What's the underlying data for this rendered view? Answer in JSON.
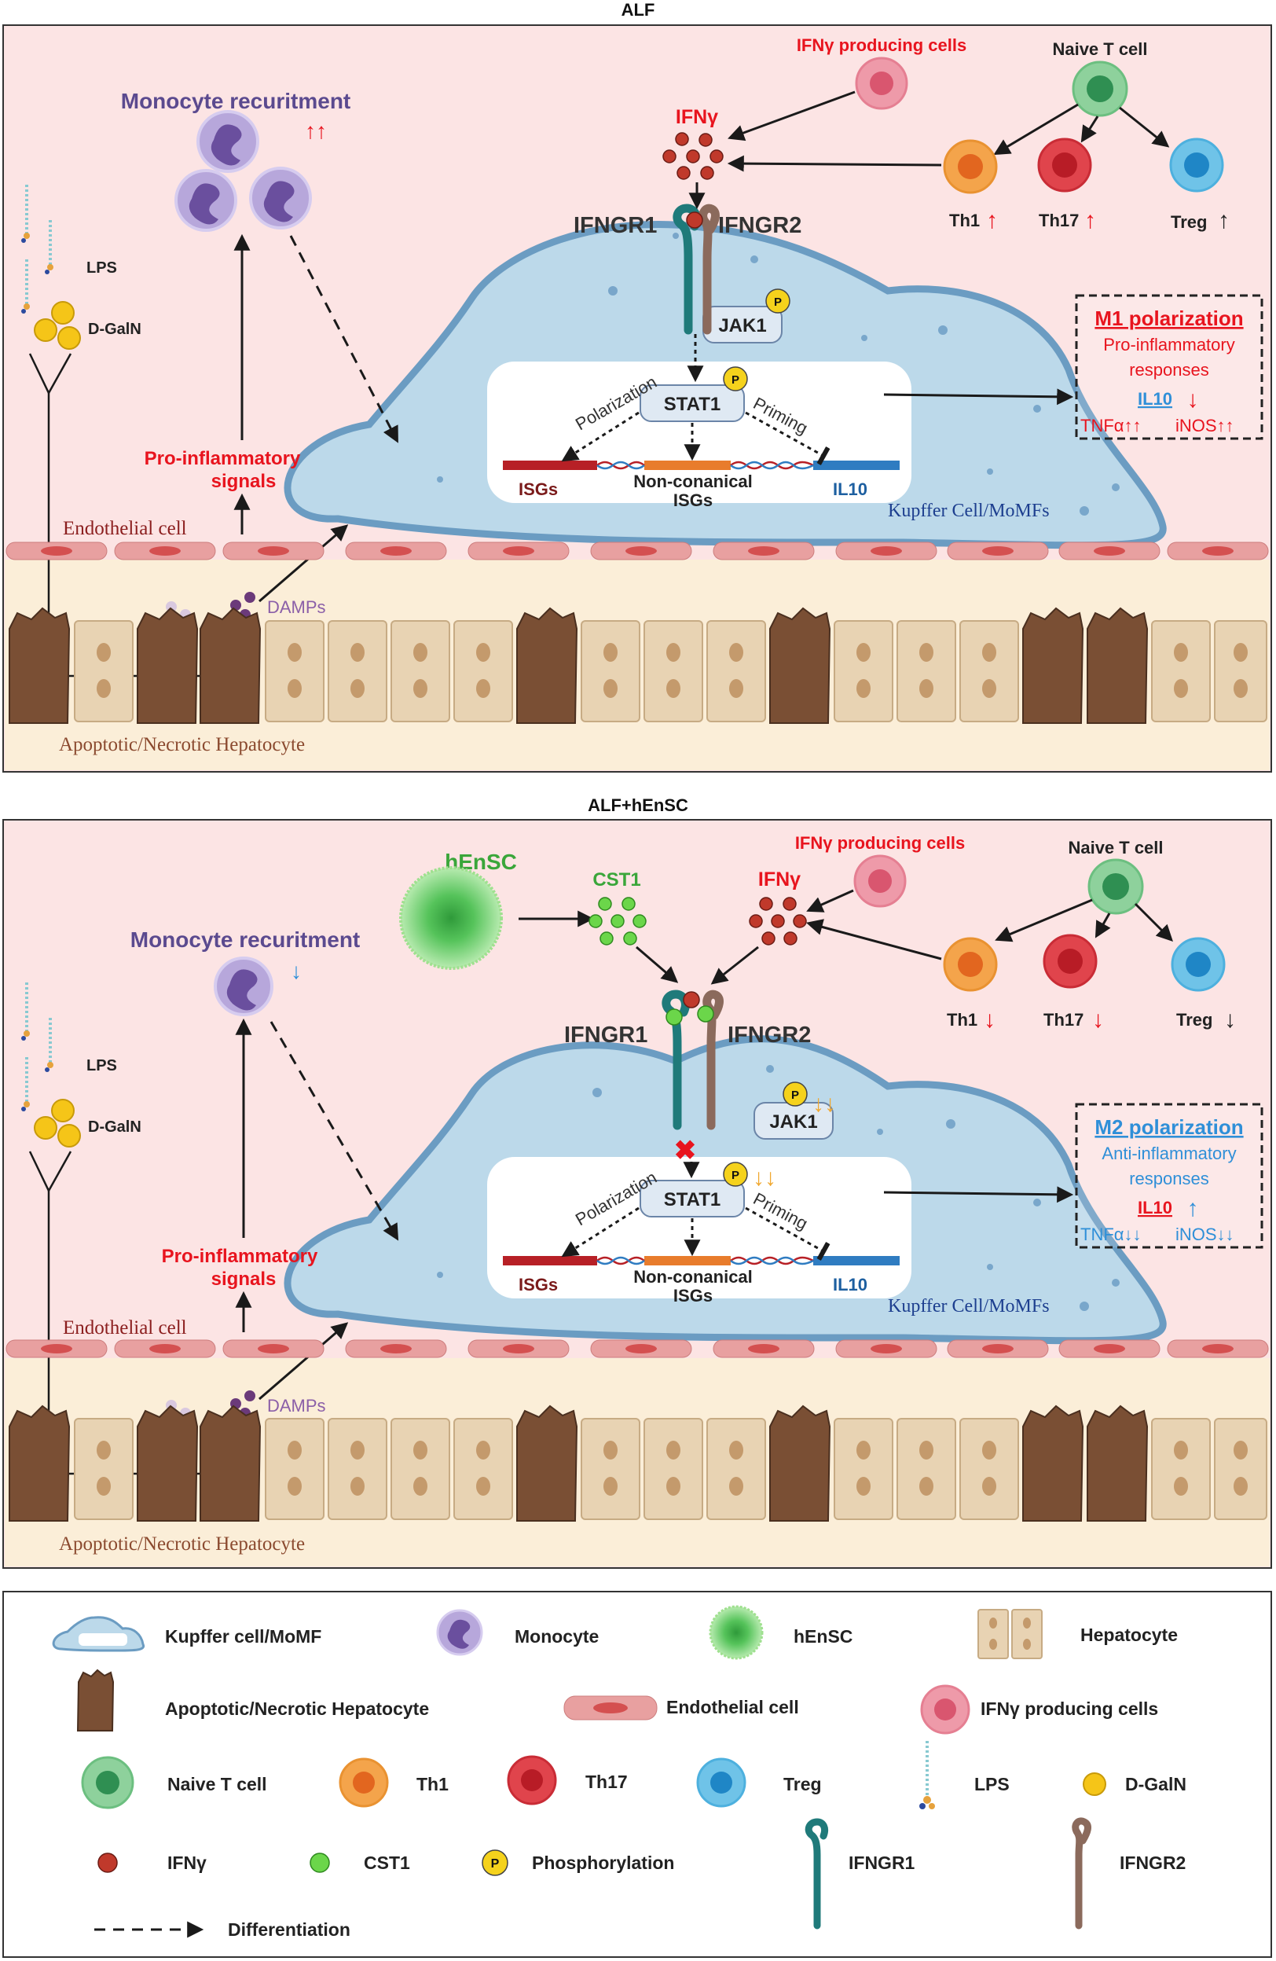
{
  "colors": {
    "panel_bg": "#fce4e4",
    "liver_bg": "#fbeed8",
    "kupffer": "#bcd9ea",
    "kupffer_edge": "#6b9cc2",
    "red_text": "#e8141e",
    "blue_text": "#2f8fd8",
    "purple_text": "#5b4a8f",
    "dark_red_text": "#8b1e1e",
    "orange_arrow": "#f0a830",
    "green_text": "#3aa63a",
    "hepatocyte": "#e8d3b3",
    "apoptotic": "#7a4f34",
    "endothelial": "#e8a0a0"
  },
  "panel1": {
    "title": "ALF",
    "ifng_producing": "IFNγ producing cells",
    "naive_t": "Naive T cell",
    "ifng": "IFNγ",
    "monocyte_recruitment": "Monocyte recuritment",
    "monocyte_arrows": "↑↑",
    "th1": "Th1",
    "th1_arrow": "↑",
    "th17": "Th17",
    "th17_arrow": "↑",
    "treg": "Treg",
    "treg_arrow": "↑",
    "ifngr1": "IFNGR1",
    "ifngr2": "IFNGR2",
    "lps": "LPS",
    "dgaln": "D-GalN",
    "jak1": "JAK1",
    "stat1": "STAT1",
    "p": "P",
    "polarization": "Polarization",
    "priming": "Priming",
    "isgs": "ISGs",
    "noncanonical_1": "Non-conanical",
    "noncanonical_2": "ISGs",
    "il10_gene": "IL10",
    "kupffer_label": "Kupffer Cell/MoMFs",
    "proinf_signals_1": "Pro-inflammatory",
    "proinf_signals_2": "signals",
    "endothelial_label": "Endothelial cell",
    "damps": "DAMPs",
    "hepatocyte_label": "Apoptotic/Necrotic Hepatocyte",
    "box": {
      "title": "M1 polarization",
      "line1": "Pro-inflammatory",
      "line2": "responses",
      "il10": "IL10",
      "il10_arrow": "↓",
      "tnf": "TNFα↑↑",
      "inos": "iNOS↑↑"
    }
  },
  "panel2": {
    "title": "ALF+hEnSC",
    "hensc": "hEnSC",
    "cst1": "CST1",
    "ifng_producing": "IFNγ producing cells",
    "naive_t": "Naive T cell",
    "ifng": "IFNγ",
    "monocyte_recruitment": "Monocyte recuritment",
    "monocyte_arrows": "↓",
    "th1": "Th1",
    "th1_arrow": "↓",
    "th17": "Th17",
    "th17_arrow": "↓",
    "treg": "Treg",
    "treg_arrow": "↓",
    "ifngr1": "IFNGR1",
    "ifngr2": "IFNGR2",
    "lps": "LPS",
    "dgaln": "D-GalN",
    "jak1": "JAK1",
    "stat1": "STAT1",
    "p": "P",
    "down_arrows": "↓↓",
    "polarization": "Polarization",
    "priming": "Priming",
    "isgs": "ISGs",
    "noncanonical_1": "Non-conanical",
    "noncanonical_2": "ISGs",
    "il10_gene": "IL10",
    "kupffer_label": "Kupffer Cell/MoMFs",
    "proinf_signals_1": "Pro-inflammatory",
    "proinf_signals_2": "signals",
    "endothelial_label": "Endothelial cell",
    "damps": "DAMPs",
    "hepatocyte_label": "Apoptotic/Necrotic Hepatocyte",
    "block": "✖",
    "box": {
      "title": "M2 polarization",
      "line1": "Anti-inflammatory",
      "line2": "responses",
      "il10": "IL10",
      "il10_arrow": "↑",
      "tnf": "TNFα↓↓",
      "inos": "iNOS↓↓"
    }
  },
  "legend": {
    "kupffer": "Kupffer cell/MoMF",
    "monocyte": "Monocyte",
    "hensc": "hEnSC",
    "hepatocyte": "Hepatocyte",
    "apoptotic": "Apoptotic/Necrotic Hepatocyte",
    "endothelial": "Endothelial cell",
    "ifng_producing": "IFNγ producing cells",
    "naive_t": "Naive T cell",
    "th1": "Th1",
    "th17": "Th17",
    "treg": "Treg",
    "lps": "LPS",
    "dgaln": "D-GalN",
    "ifng": "IFNγ",
    "cst1": "CST1",
    "p": "P",
    "phosphorylation": "Phosphorylation",
    "ifngr1": "IFNGR1",
    "ifngr2": "IFNGR2",
    "differentiation": "Differentiation"
  }
}
